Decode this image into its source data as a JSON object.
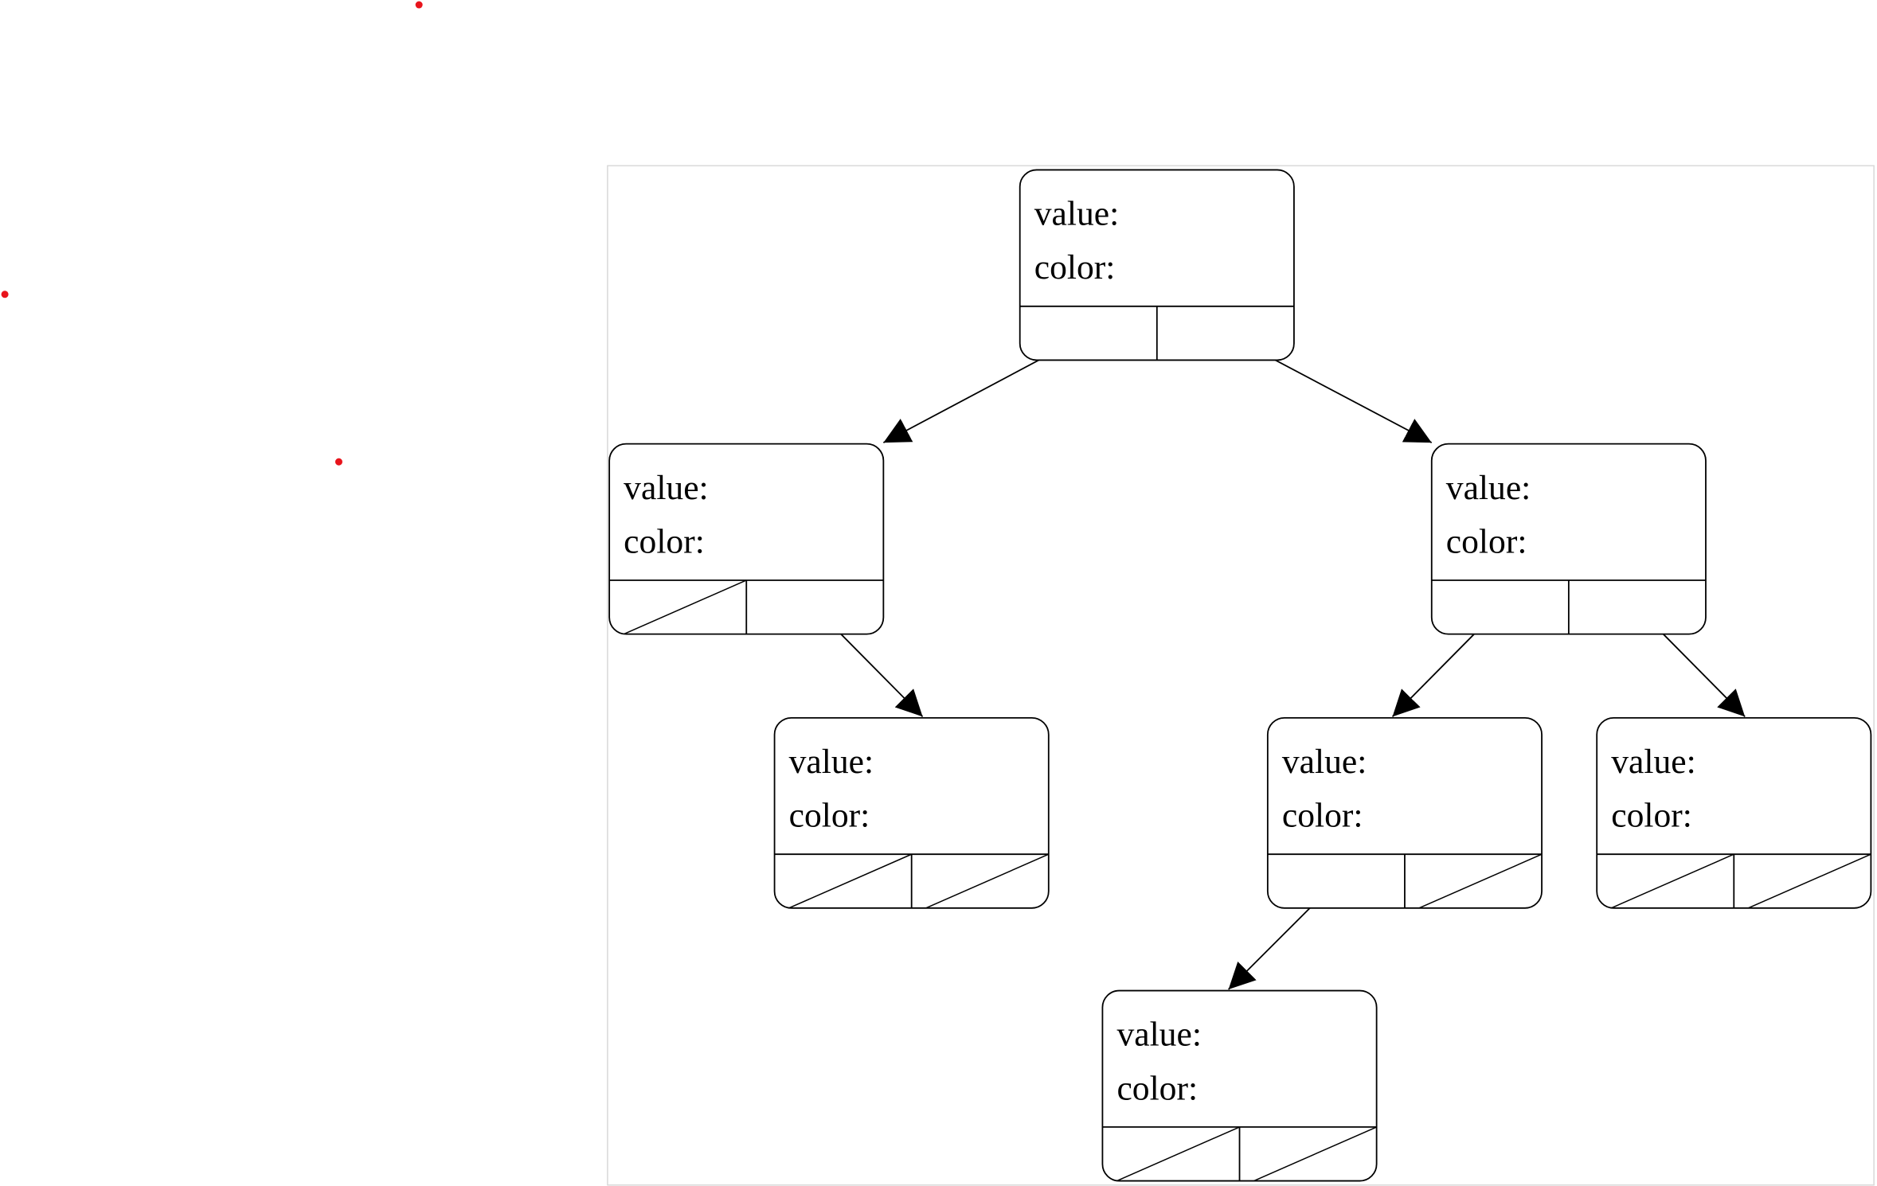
{
  "markers": {
    "color": "#e8141c",
    "count": 3
  },
  "diagram": {
    "frame_border_color": "#d9d9d9",
    "nodes": [
      {
        "id": "root",
        "value_label": "value:",
        "color_label": "color:",
        "left_null": false,
        "right_null": false
      },
      {
        "id": "left",
        "value_label": "value:",
        "color_label": "color:",
        "left_null": true,
        "right_null": false
      },
      {
        "id": "right",
        "value_label": "value:",
        "color_label": "color:",
        "left_null": false,
        "right_null": false
      },
      {
        "id": "left-right",
        "value_label": "value:",
        "color_label": "color:",
        "left_null": true,
        "right_null": true
      },
      {
        "id": "right-left",
        "value_label": "value:",
        "color_label": "color:",
        "left_null": false,
        "right_null": true
      },
      {
        "id": "right-right",
        "value_label": "value:",
        "color_label": "color:",
        "left_null": true,
        "right_null": true
      },
      {
        "id": "right-left-left",
        "value_label": "value:",
        "color_label": "color:",
        "left_null": true,
        "right_null": true
      }
    ],
    "edges": [
      {
        "from": "root",
        "side": "left",
        "to": "left"
      },
      {
        "from": "root",
        "side": "right",
        "to": "right"
      },
      {
        "from": "left",
        "side": "right",
        "to": "left-right"
      },
      {
        "from": "right",
        "side": "left",
        "to": "right-left"
      },
      {
        "from": "right",
        "side": "right",
        "to": "right-right"
      },
      {
        "from": "right-left",
        "side": "left",
        "to": "right-left-left"
      }
    ]
  }
}
